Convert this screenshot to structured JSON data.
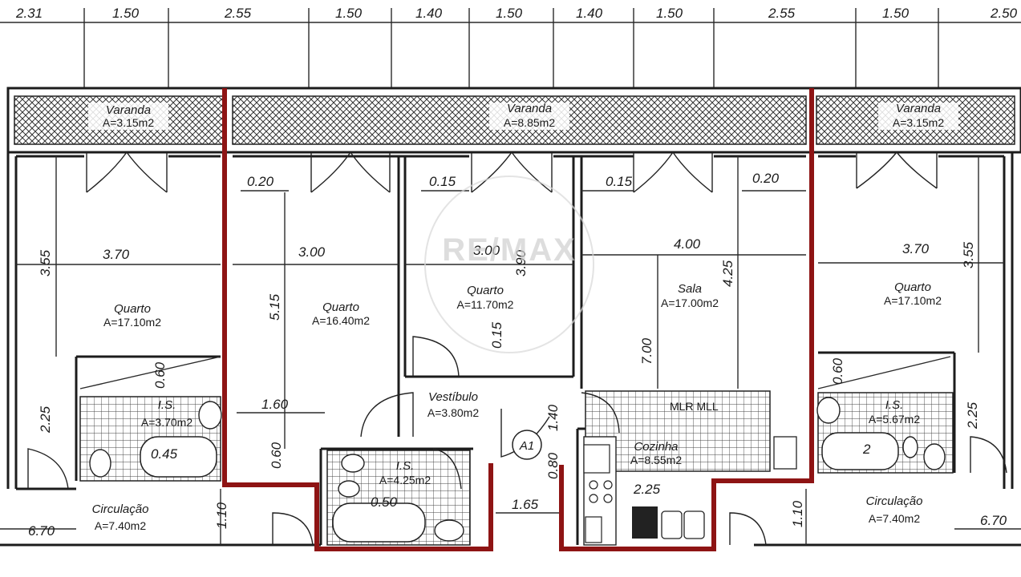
{
  "top_dimensions": [
    "2.31",
    "1.50",
    "2.55",
    "1.50",
    "1.40",
    "1.50",
    "1.40",
    "1.50",
    "2.55",
    "1.50",
    "2.50"
  ],
  "inner_dimensions": {
    "w1": "0.20",
    "w2": "0.15",
    "w3": "0.15",
    "w4": "0.20",
    "q1_width": "3.70",
    "q1_depth": "3.55",
    "q2_width": "3.00",
    "q2_depth": "5.15",
    "q3_width": "3.00",
    "q3_depth": "3.90",
    "q3_wall": "0.15",
    "sala_width": "4.00",
    "sala_depth": "4.25",
    "sala_len": "7.00",
    "q4_width": "3.70",
    "q4_depth": "3.55",
    "is1_h": "0.60",
    "is1_w": "2.25",
    "hall_w": "1.60",
    "hall_h": "0.60",
    "circ_h": "1.10",
    "circ_w": "6.70",
    "core_h": "1.40",
    "core_h2": "0.80",
    "core_w": "1.65",
    "kitchen_w": "2.25",
    "is2_h": "0.60",
    "is2_w": "2.25",
    "circ2_h": "1.10",
    "circ2_w": "6.70",
    "bath_misc1": "0.45",
    "bath_misc2": "0.50",
    "bath_misc3": "2"
  },
  "rooms": {
    "varanda_left": {
      "name": "Varanda",
      "area": "A=3.15m2"
    },
    "varanda_mid": {
      "name": "Varanda",
      "area": "A=8.85m2"
    },
    "varanda_right": {
      "name": "Varanda",
      "area": "A=3.15m2"
    },
    "quarto1": {
      "name": "Quarto",
      "area": "A=17.10m2"
    },
    "quarto2": {
      "name": "Quarto",
      "area": "A=16.40m2"
    },
    "quarto3": {
      "name": "Quarto",
      "area": "A=11.70m2"
    },
    "sala": {
      "name": "Sala",
      "area": "A=17.00m2"
    },
    "quarto4": {
      "name": "Quarto",
      "area": "A=17.10m2"
    },
    "is_left": {
      "name": "I.S.",
      "area": "A=3.70m2"
    },
    "vestibulo": {
      "name": "Vestíbulo",
      "area": "A=3.80m2"
    },
    "is_mid": {
      "name": "I.S.",
      "area": "A=4.25m2"
    },
    "cozinha": {
      "name": "Cozinha",
      "area": "A=8.55m2"
    },
    "is_right": {
      "name": "I.S.",
      "area": "A=5.67m2"
    },
    "circ_left": {
      "name": "Circulação",
      "area": "A=7.40m2"
    },
    "circ_right": {
      "name": "Circulação",
      "area": "A=7.40m2"
    }
  },
  "labels": {
    "mlr_mll": "MLR MLL",
    "core_tag": "A1",
    "watermark": "RE/MAX"
  },
  "colors": {
    "wall": "#1c1c1c",
    "highlight": "#8e1414",
    "paper": "#ffffff"
  }
}
